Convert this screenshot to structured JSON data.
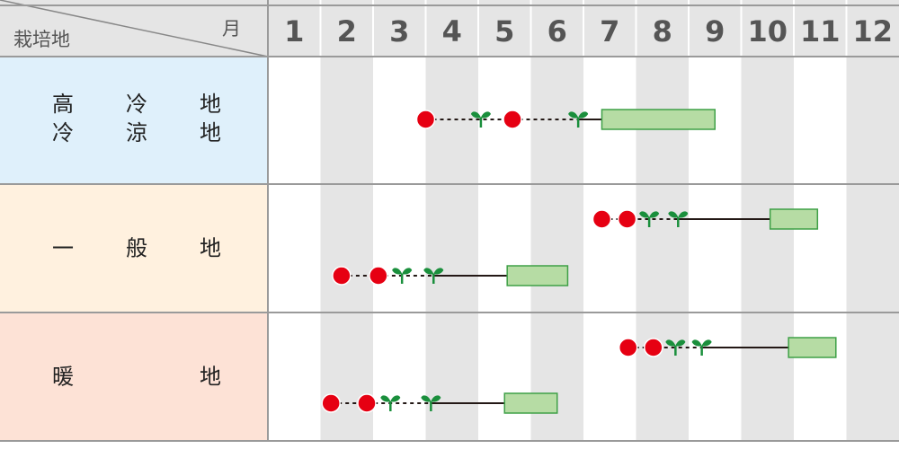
{
  "header": {
    "region_label": "栽培地",
    "month_label": "月"
  },
  "regions": [
    {
      "line1": [
        "高",
        "冷",
        "地"
      ],
      "line2": [
        "冷",
        "涼",
        "地"
      ],
      "color": "#dff0fb"
    },
    {
      "line1": [
        "一",
        "般",
        "地"
      ],
      "line2": [],
      "color": "#fff1df"
    },
    {
      "line1": [
        "暖",
        "",
        "地"
      ],
      "line2": [],
      "color": "#fde2d6"
    }
  ],
  "chart_data": {
    "type": "table",
    "months": [
      "1",
      "2",
      "3",
      "4",
      "5",
      "6",
      "7",
      "8",
      "9",
      "10",
      "11",
      "12"
    ],
    "legend_symbols": {
      "sowing": "red-dot",
      "planting": "seedling-icon",
      "harvest": "green-box"
    },
    "schedules": [
      {
        "region": "高冷地・冷涼地",
        "sowing": [
          4.0,
          5.65
        ],
        "planting": [
          5.05,
          6.9
        ],
        "harvest": [
          7.35,
          9.5
        ]
      },
      {
        "region": "一般地",
        "sowing": [
          7.35,
          7.83
        ],
        "planting": [
          8.25,
          8.8
        ],
        "harvest": [
          10.55,
          11.45
        ]
      },
      {
        "region": "一般地",
        "sowing": [
          2.4,
          3.1
        ],
        "planting": [
          3.55,
          4.15
        ],
        "harvest": [
          5.55,
          6.7
        ]
      },
      {
        "region": "暖地",
        "sowing": [
          7.85,
          8.33
        ],
        "planting": [
          8.75,
          9.25
        ],
        "harvest": [
          10.9,
          11.8
        ]
      },
      {
        "region": "暖地",
        "sowing": [
          2.2,
          2.88
        ],
        "planting": [
          3.33,
          4.1
        ],
        "harvest": [
          5.5,
          6.5
        ]
      }
    ],
    "colors": {
      "sowing": "#e60012",
      "planting": "#1a8f3c",
      "harvest_fill": "#b6dca4",
      "harvest_border": "#3fa047",
      "line": "#231815",
      "stripe": "#e5e5e5",
      "header_bg": "#e5e5e5",
      "header_text": "#555555"
    }
  }
}
